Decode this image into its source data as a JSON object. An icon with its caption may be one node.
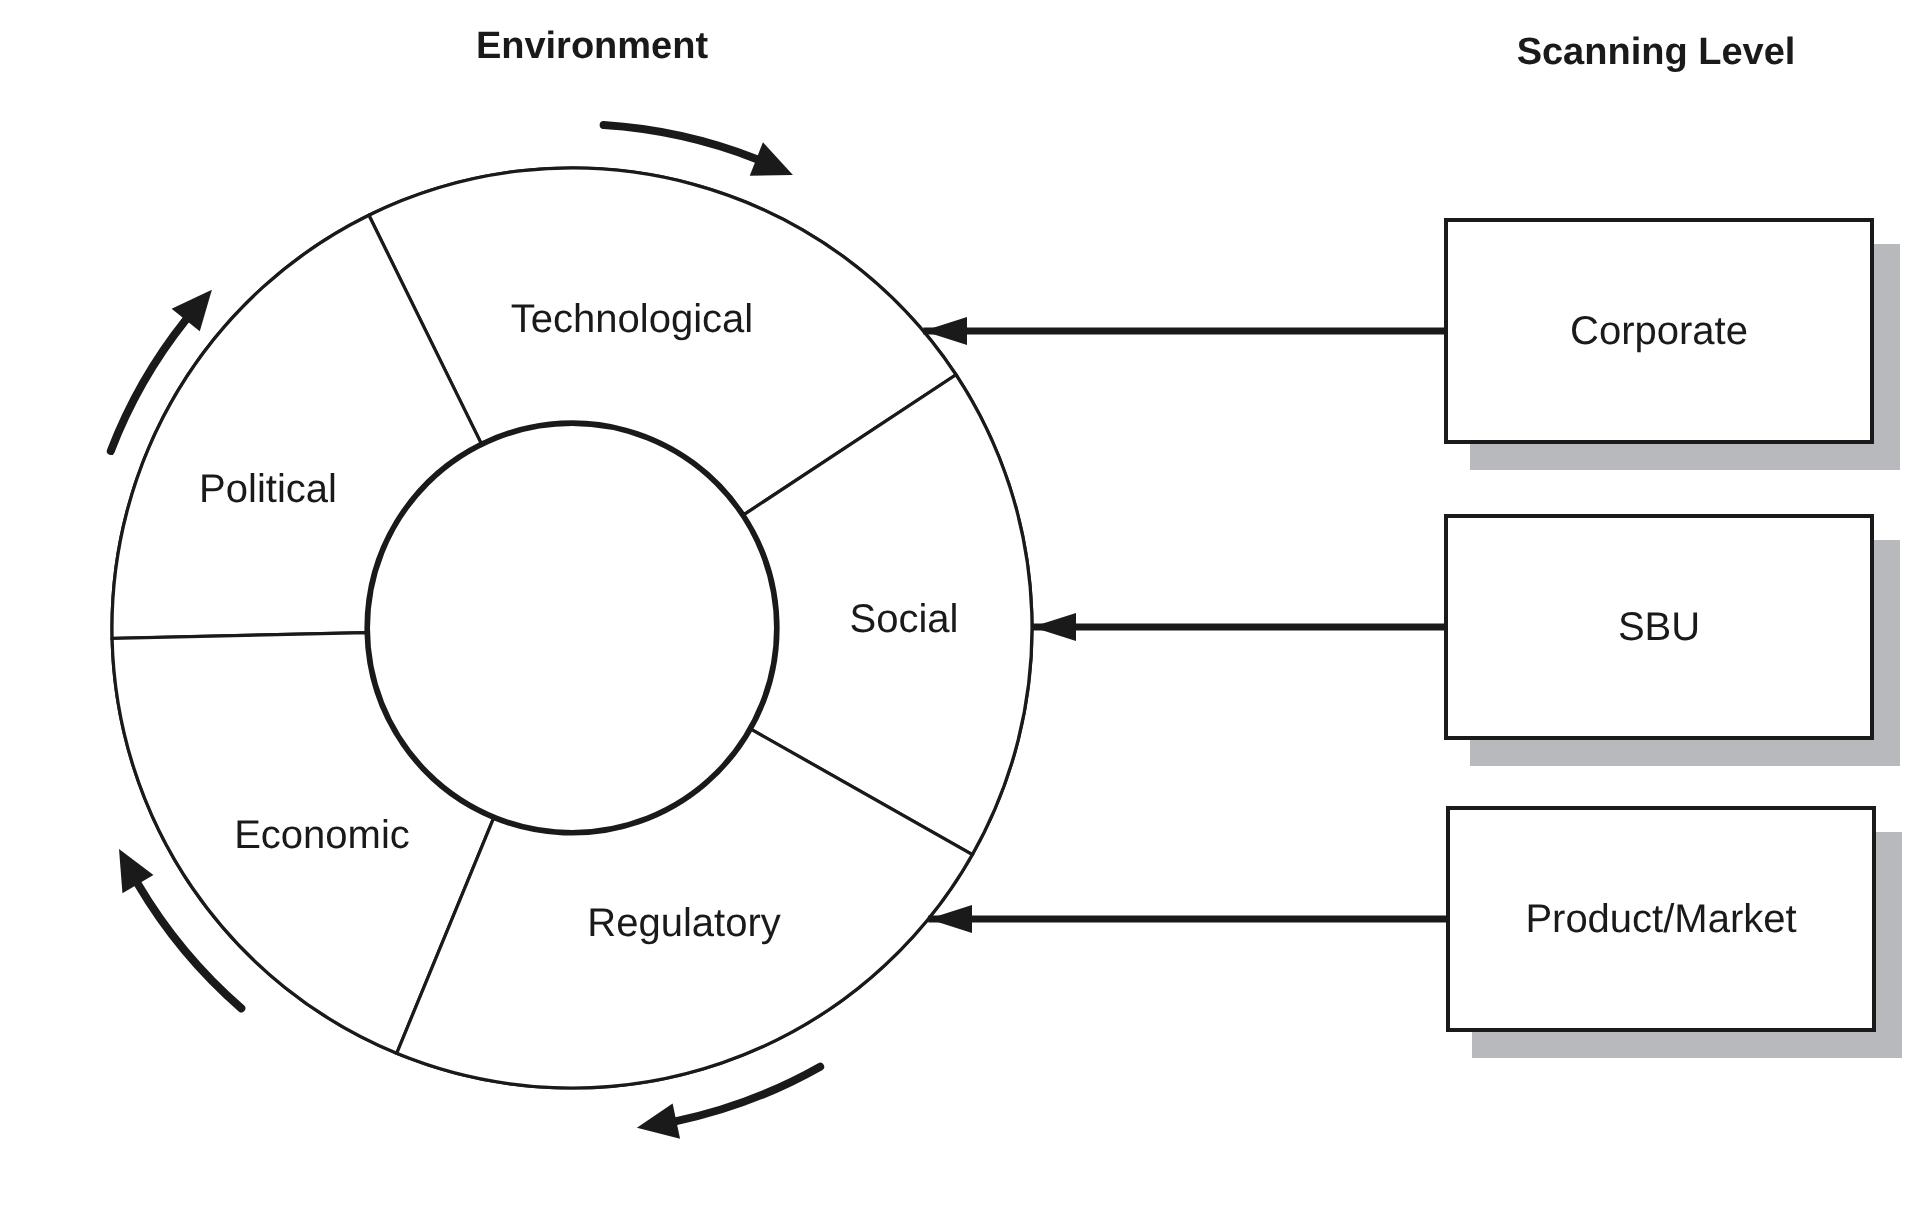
{
  "diagram": {
    "nodes": [
      {
        "text": [
          "Environment"
        ]
      },
      {
        "text": [
          "Technological"
        ],
        "in": 0
      },
      {
        "text": [
          "Political"
        ],
        "in": 0
      },
      {
        "text": [
          "Social"
        ],
        "in": 0
      },
      {
        "text": [
          "Economic"
        ],
        "in": 0
      },
      {
        "text": [
          "Regulatory"
        ],
        "in": 0
      },
      {
        "text": [],
        "shape": "circle",
        "in": 0
      },
      {
        "text": [
          "Corporate"
        ]
      },
      {
        "text": [
          "SBU"
        ]
      },
      {
        "text": [
          "Product/Market"
        ]
      }
    ],
    "edges": [
      {
        "from": 7,
        "to": 1,
        "arrow": "to"
      },
      {
        "from": 8,
        "to": 3,
        "arrow": "to"
      },
      {
        "from": 9,
        "to": 5,
        "arrow": "to"
      }
    ],
    "labels": [
      "Scanning Level"
    ]
  }
}
